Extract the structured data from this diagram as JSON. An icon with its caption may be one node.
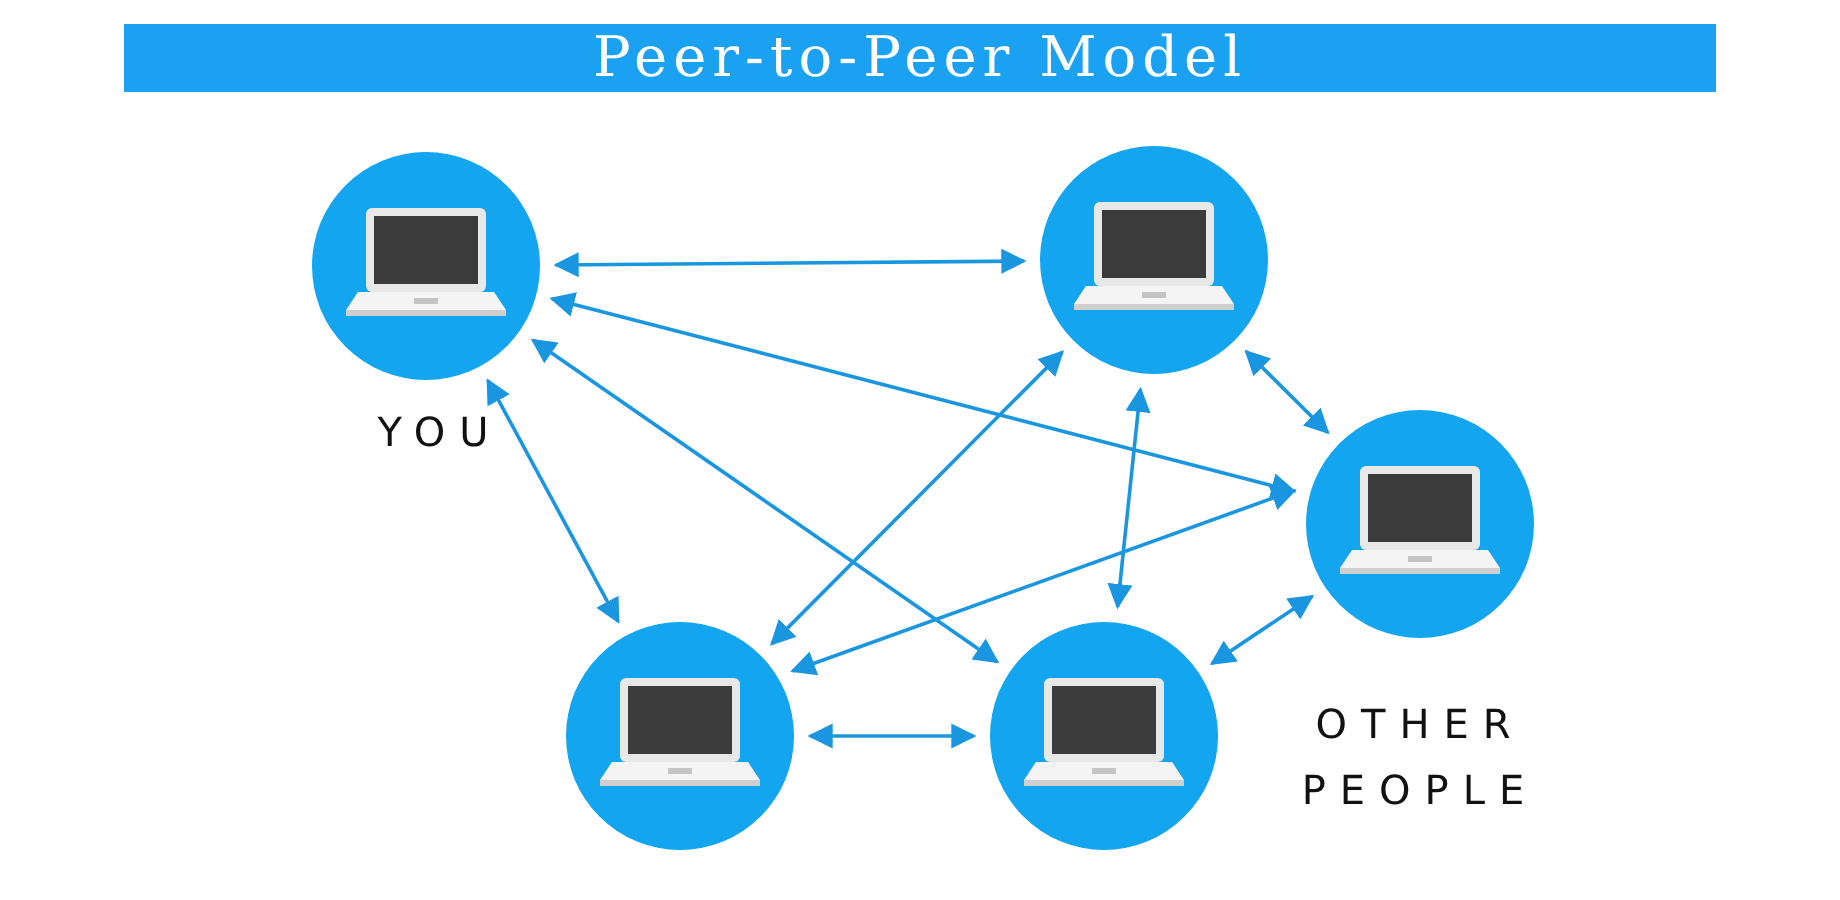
{
  "diagram": {
    "title": "Peer-to-Peer Model",
    "nodes": [
      {
        "text": [],
        "shape": "circle",
        "beside": [
          "YOU"
        ]
      },
      {
        "text": [],
        "shape": "circle"
      },
      {
        "text": [],
        "shape": "circle"
      },
      {
        "text": [],
        "shape": "circle"
      },
      {
        "text": [],
        "shape": "circle"
      }
    ],
    "edges": [
      {
        "from": 0,
        "to": 1,
        "arrow": "both"
      },
      {
        "from": 0,
        "to": 2,
        "arrow": "both"
      },
      {
        "from": 0,
        "to": 3,
        "arrow": "both"
      },
      {
        "from": 0,
        "to": 4,
        "arrow": "both"
      },
      {
        "from": 1,
        "to": 2,
        "arrow": "both"
      },
      {
        "from": 1,
        "to": 3,
        "arrow": "both"
      },
      {
        "from": 1,
        "to": 4,
        "arrow": "both"
      },
      {
        "from": 2,
        "to": 3,
        "arrow": "both"
      },
      {
        "from": 2,
        "to": 4,
        "arrow": "both"
      },
      {
        "from": 3,
        "to": 4,
        "arrow": "both"
      }
    ],
    "labels": [
      "OTHER PEOPLE"
    ]
  }
}
